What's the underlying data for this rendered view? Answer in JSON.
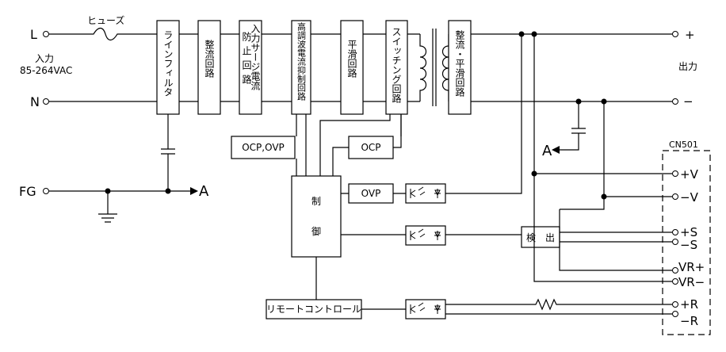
{
  "inputs": {
    "line": "L",
    "neutral": "N",
    "ground": "FG",
    "caption": "入力",
    "voltage": "85-264VAC",
    "fuse": "ヒューズ"
  },
  "blocks": {
    "line_filter": "ラインフィルタ",
    "rectifier": "整流回路",
    "inrush_prevention": "防止回路",
    "inrush_current": "入力サージ電流",
    "harmonic_suppression": "高調波電流抑制回路",
    "smoothing": "平滑回路",
    "switching": "スイッチング回路",
    "rectify_smooth": "整流・平滑回路",
    "ocp_ovp": "OCP,OVP",
    "ocp": "OCP",
    "ovp": "OVP",
    "control_1": "制",
    "control_2": "御",
    "remote_control": "リモートコントロール",
    "detect": "検　出"
  },
  "outputs": {
    "caption": "出力",
    "plus": "+",
    "minus": "−",
    "connector": "CN501",
    "pins": [
      "+V",
      "−V",
      "+S",
      "−S",
      "VR+",
      "VR−",
      "+R",
      "−R"
    ]
  },
  "nodes": {
    "a_label": "A"
  }
}
